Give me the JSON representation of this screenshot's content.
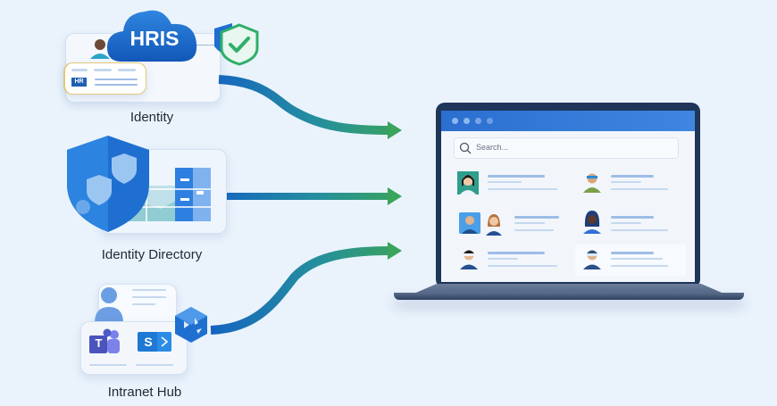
{
  "sources": [
    {
      "id": "identity",
      "label": "Identity",
      "badge": "HRIS",
      "card_tag": "HR"
    },
    {
      "id": "identity-directory",
      "label": "Identity Directory"
    },
    {
      "id": "intranet-hub",
      "label": "Intranet Hub",
      "apps": [
        {
          "name": "Teams",
          "glyph": "T"
        },
        {
          "name": "SharePoint",
          "glyph": "S"
        }
      ]
    }
  ],
  "laptop": {
    "search_placeholder": "Search...",
    "window_dots": 4,
    "people_cards": 6
  },
  "colors": {
    "background": "#eaf3fc",
    "arrow_start": "#1565c0",
    "arrow_end": "#3aa35c",
    "brand_blue": "#1e6fd0",
    "check_green": "#2fae6a"
  }
}
